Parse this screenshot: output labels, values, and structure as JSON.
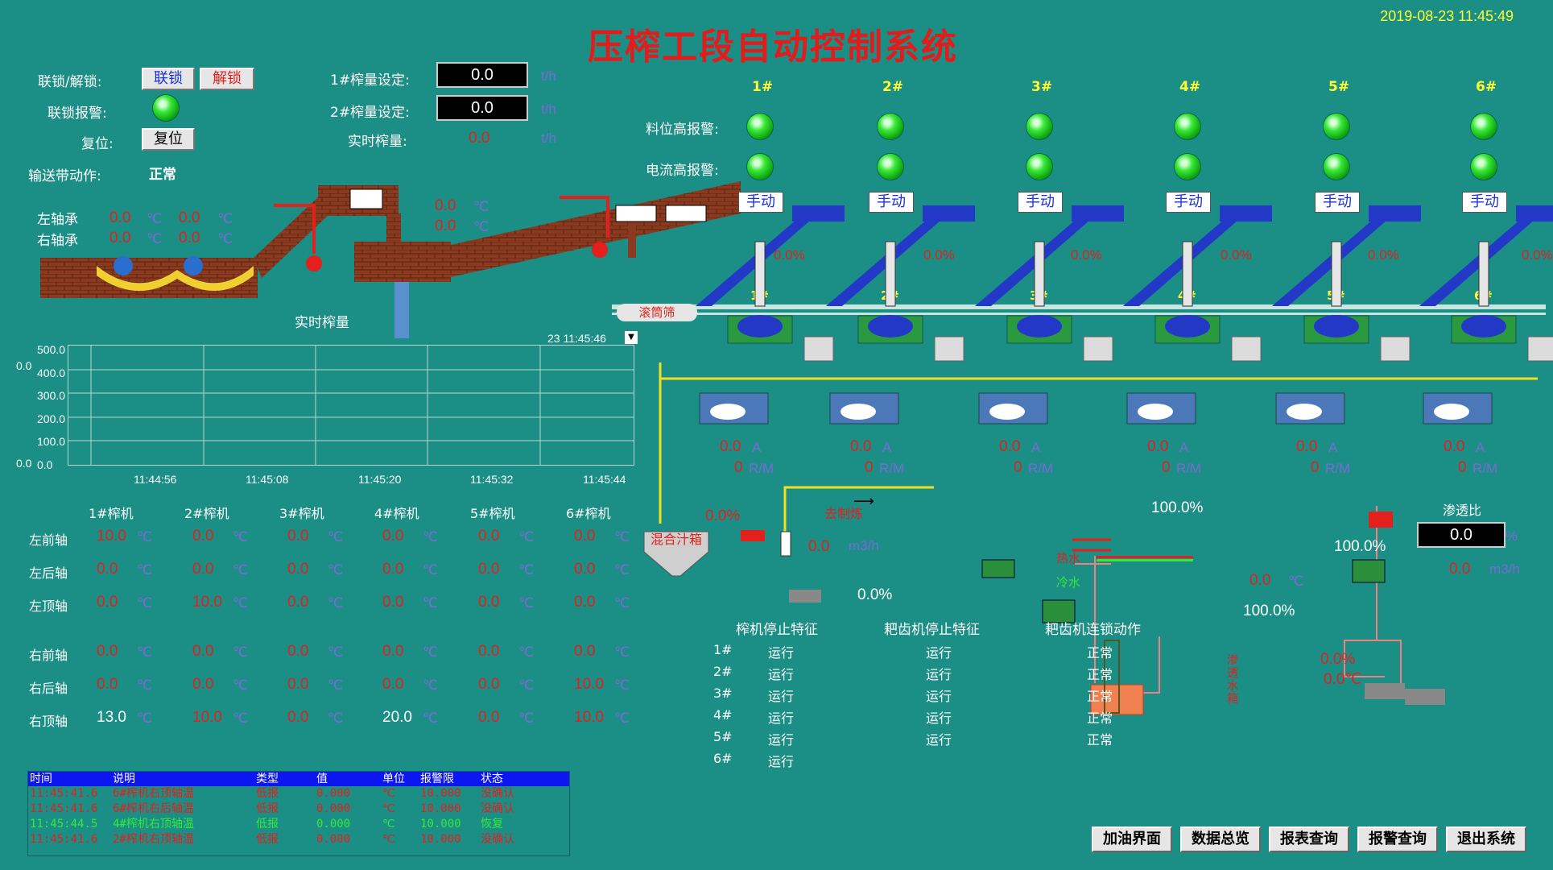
{
  "title": "压榨工段自动控制系统",
  "datetime": "2019-08-23 11:45:49",
  "controls": {
    "interlock_label": "联锁/解锁:",
    "interlock_btn": "联锁",
    "unlock_btn": "解锁",
    "interlock_alarm_label": "联锁报警:",
    "reset_label": "复位:",
    "reset_btn": "复位",
    "conveyor_label": "输送带动作:",
    "conveyor_status": "正常"
  },
  "press_settings": {
    "set1_label": "1#榨量设定:",
    "set1_value": "0.0",
    "set2_label": "2#榨量设定:",
    "set2_value": "0.0",
    "realtime_label": "实时榨量:",
    "realtime_value": "0.0",
    "unit": "t/h"
  },
  "bearings": {
    "left_label": "左轴承",
    "right_label": "右轴承",
    "left_v1": "0.0",
    "left_v2": "0.0",
    "right_v1": "0.0",
    "right_v2": "0.0",
    "mid_v1": "0.0",
    "mid_v2": "0.0",
    "unit": "℃"
  },
  "realtime_press_caption": "实时榨量",
  "trend": {
    "timestamp": "23 11:45:46",
    "left_zero_top": "0.0",
    "left_zero_bottom": "0.0",
    "y_ticks": [
      "500.0",
      "400.0",
      "300.0",
      "200.0",
      "100.0",
      "0.0"
    ],
    "x_ticks": [
      "11:44:56",
      "11:45:08",
      "11:45:20",
      "11:45:32",
      "11:45:44"
    ]
  },
  "machines": [
    {
      "id": "1#",
      "pct": "0.0%",
      "amp": "0.0",
      "rpm": "0"
    },
    {
      "id": "2#",
      "pct": "0.0%",
      "amp": "0.0",
      "rpm": "0"
    },
    {
      "id": "3#",
      "pct": "0.0%",
      "amp": "0.0",
      "rpm": "0"
    },
    {
      "id": "4#",
      "pct": "0.0%",
      "amp": "0.0",
      "rpm": "0"
    },
    {
      "id": "5#",
      "pct": "0.0%",
      "amp": "0.0",
      "rpm": "0"
    },
    {
      "id": "6#",
      "pct": "0.0%",
      "amp": "0.0",
      "rpm": "0"
    }
  ],
  "machine_labels": {
    "level_alarm": "料位高报警:",
    "current_alarm": "电流高报警:",
    "manual": "手动",
    "amp_unit": "A",
    "rpm_unit": "R/M",
    "roller_screen": "滚筒筛"
  },
  "temp_table": {
    "headers": [
      "1#榨机",
      "2#榨机",
      "3#榨机",
      "4#榨机",
      "5#榨机",
      "6#榨机"
    ],
    "unit": "℃",
    "rows": [
      {
        "label": "左前轴",
        "values": [
          "10.0",
          "0.0",
          "0.0",
          "0.0",
          "0.0",
          "0.0"
        ]
      },
      {
        "label": "左后轴",
        "values": [
          "0.0",
          "0.0",
          "0.0",
          "0.0",
          "0.0",
          "0.0"
        ]
      },
      {
        "label": "左顶轴",
        "values": [
          "0.0",
          "10.0",
          "0.0",
          "0.0",
          "0.0",
          "0.0"
        ]
      },
      {
        "label": "右前轴",
        "values": [
          "0.0",
          "0.0",
          "0.0",
          "0.0",
          "0.0",
          "0.0"
        ]
      },
      {
        "label": "右后轴",
        "values": [
          "0.0",
          "0.0",
          "0.0",
          "0.0",
          "0.0",
          "10.0"
        ]
      },
      {
        "label": "右顶轴",
        "values": [
          "13.0",
          "10.0",
          "0.0",
          "20.0",
          "0.0",
          "10.0"
        ]
      }
    ]
  },
  "process": {
    "mix_tank": "混合汁箱",
    "mix_pct": "0.0%",
    "to_clarify": "去制炼",
    "flow1": "0.0",
    "flow_unit": "m3/h",
    "pump_pct": "0.0%",
    "hot_water": "热水",
    "cold_water": "冷水",
    "valve_top_pct": "100.0%",
    "valve_mid_pct": "100.0%",
    "temp_val": "0.0",
    "temp_unit": "℃",
    "seep_tank": "渗透水箱",
    "seep_pct": "0.0%",
    "seep_temp": "0.0℃",
    "seep_ratio_label": "渗透比",
    "seep_ratio_value": "0.0",
    "seep_ratio_unit": "%",
    "right_valve_pct": "100.0%",
    "right_flow": "0.0",
    "right_flow_unit": "m3/h"
  },
  "status_table": {
    "headers": [
      "榨机停止特征",
      "耙齿机停止特征",
      "耙齿机连锁动作"
    ],
    "rows": [
      {
        "id": "1#",
        "press": "运行",
        "rake": "运行",
        "link": "正常"
      },
      {
        "id": "2#",
        "press": "运行",
        "rake": "运行",
        "link": "正常"
      },
      {
        "id": "3#",
        "press": "运行",
        "rake": "运行",
        "link": "正常"
      },
      {
        "id": "4#",
        "press": "运行",
        "rake": "运行",
        "link": "正常"
      },
      {
        "id": "5#",
        "press": "运行",
        "rake": "运行",
        "link": "正常"
      },
      {
        "id": "6#",
        "press": "运行",
        "rake": "",
        "link": ""
      }
    ]
  },
  "alarm_log": {
    "headers": [
      "时间",
      "说明",
      "类型",
      "值",
      "单位",
      "报警限",
      "状态"
    ],
    "rows": [
      {
        "time": "11:45:41.6",
        "desc": "6#榨机右顶轴温",
        "type": "低报",
        "value": "0.000",
        "unit": "℃",
        "limit": "10.000",
        "status": "没确认",
        "color": "#e3201b"
      },
      {
        "time": "11:45:41.6",
        "desc": "6#榨机右后轴温",
        "type": "低报",
        "value": "0.000",
        "unit": "℃",
        "limit": "10.000",
        "status": "没确认",
        "color": "#e3201b"
      },
      {
        "time": "11:45:44.5",
        "desc": "4#榨机右顶轴温",
        "type": "低报",
        "value": "0.000",
        "unit": "℃",
        "limit": "10.000",
        "status": "恢复",
        "color": "#37e837"
      },
      {
        "time": "11:45:41.6",
        "desc": "2#榨机右顶轴温",
        "type": "低报",
        "value": "0.000",
        "unit": "℃",
        "limit": "10.000",
        "status": "没确认",
        "color": "#e3201b"
      }
    ]
  },
  "nav": [
    "加油界面",
    "数据总览",
    "报表查询",
    "报警查询",
    "退出系统"
  ]
}
